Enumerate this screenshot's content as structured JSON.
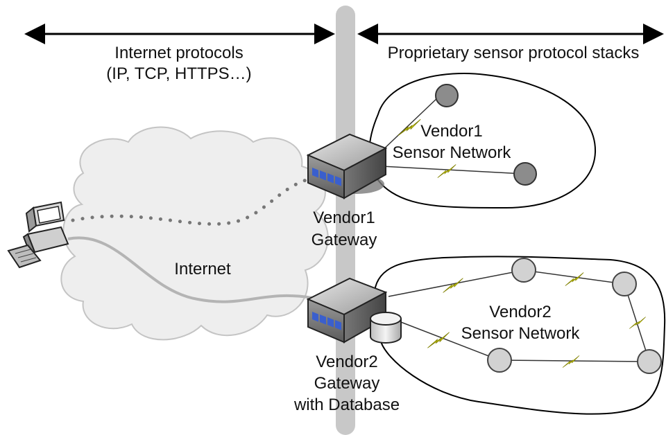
{
  "labels": {
    "internet_protocols_line1": "Internet protocols",
    "internet_protocols_line2": "(IP, TCP, HTTPS…)",
    "proprietary_stacks": "Proprietary sensor protocol stacks",
    "internet": "Internet",
    "vendor1_network_line1": "Vendor1",
    "vendor1_network_line2": "Sensor Network",
    "vendor2_network_line1": "Vendor2",
    "vendor2_network_line2": "Sensor Network",
    "vendor1_gateway_line1": "Vendor1",
    "vendor1_gateway_line2": "Gateway",
    "vendor2_gateway_line1": "Vendor2",
    "vendor2_gateway_line2": "Gateway",
    "vendor2_gateway_line3": "with Database"
  },
  "icons": {
    "computer": "desktop-computer-icon",
    "gateway": "gateway-box-icon",
    "database": "database-cylinder-icon",
    "wireless_link": "lightning-bolt-icon",
    "sensor_node": "sensor-node-circle"
  },
  "colors": {
    "divider": "#c8c8c8",
    "cloud_fill": "#eeeeee",
    "cloud_stroke": "#c4c4c4",
    "dotted_link": "#777777",
    "solid_link": "#b4b4b4",
    "vendor1_node": "#8c8c8c",
    "vendor2_node": "#d2d2d2",
    "bolt": "#ffff00",
    "gateway_led": "#3a5fcd"
  }
}
